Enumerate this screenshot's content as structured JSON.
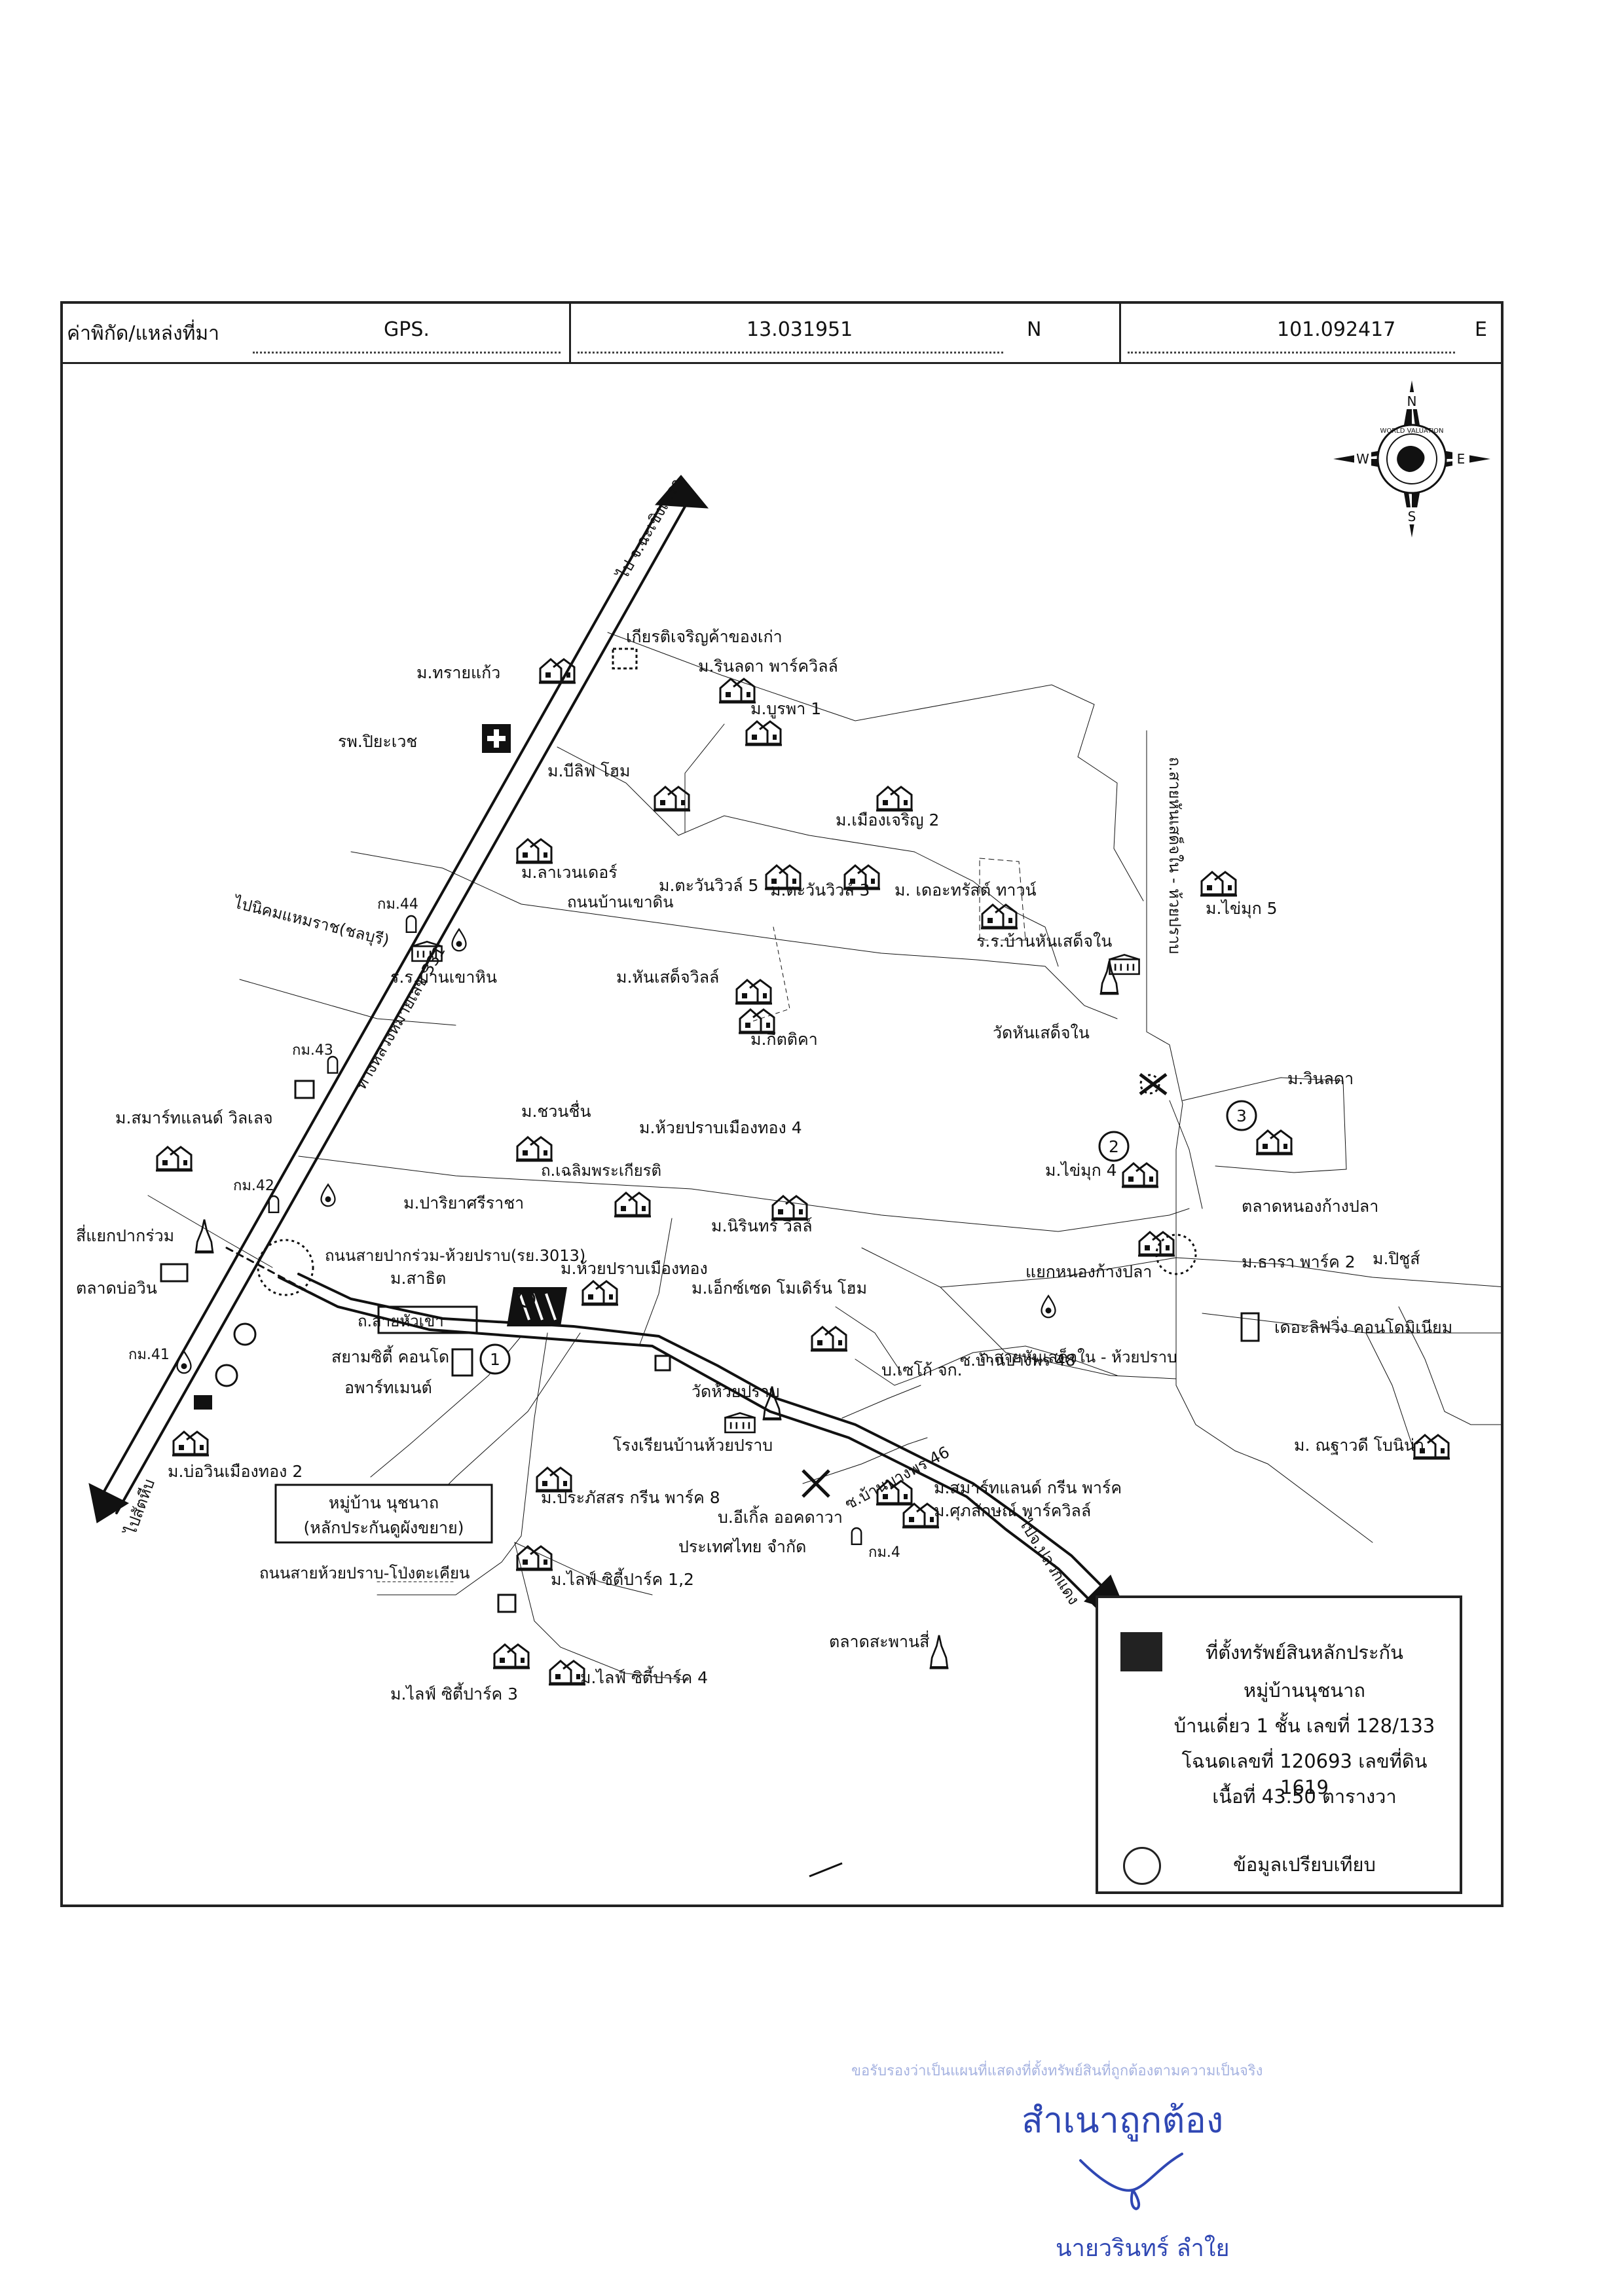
{
  "header": {
    "coord_label": "ค่าพิกัด/แหล่งที่มา",
    "source": "GPS.",
    "latitude": "13.031951",
    "lat_dir": "N",
    "longitude": "101.092417",
    "lon_dir": "E"
  },
  "compass": {
    "n": "N",
    "e": "E",
    "s": "S",
    "w": "W",
    "brand": "WORLD VALUATION"
  },
  "roads": {
    "to_chachoengsao": "ไป จ.ฉะเชิงเทรา",
    "to_nikhom": "ไปนิคมแหมราช(ชลบุรี)",
    "to_bangna": "ทางหลวงหมายเลข 331",
    "khao_din": "ถนนบ้านเขาดิน",
    "chaloem_phrakiat": "ถ.เฉลิมพระเกียรติ",
    "sai_pak_ruam": "ถนนสายปากร่วม-ห้วยปราบ(รย.3013)",
    "hua_khao": "ถ.สายหัวเขา",
    "sai_hansaechin": "ถ.สายหันเสด็จใน - ห้วยปราบ",
    "sai_hansaechin_vertical": "ถ.สายหันเสด็จใน - ห้วยปราบ",
    "sai_huaiprap_pong": "ถนนสายห้วยปราบ-โป่งตะเคียน",
    "to_plaeng": "ไปจ.ปลวกแดง",
    "to_sattahip": "ไปสัตหีบ",
    "soi_bang_phon_48": "ซ.บ้านบางพร 48",
    "soi_bang_phon_46": "ซ.บ้านบางพร 46"
  },
  "places": {
    "kiat_charoen": "เกียรติเจริญค้าของเก่า",
    "m_sai_kaeo": "ม.ทรายแก้ว",
    "m_rinlada": "ม.รินลดา พาร์ควิลล์",
    "m_burapha1": "ม.บูรพา 1",
    "hospital": "รพ.ปิยะเวช",
    "m_blisse": "ม.บีลิฟ โฮม",
    "m_mueang_charoen2": "ม.เมืองเจริญ 2",
    "m_lavender": "ม.ลาเวนเดอร์",
    "m_tawan5": "ม.ตะวันวิวล์ 5",
    "m_tawan3": "ม.ตะวันวิวล์ 3",
    "m_the_trust": "ม. เดอะทรัสต์ ทาวน์",
    "m_maimuk5": "ม.ไข่มุก 5",
    "km44": "กม.44",
    "school_khao_hin": "ร.ร.บ้านเขาหิน",
    "m_hansaed_villa": "ม.หันเสด็จวิลล์",
    "school_hansaed": "ร.ร.บ้านหันเสด็จใน",
    "m_kittika": "ม.กิตติคา",
    "wat_hansaed": "วัดหันเสด็จใน",
    "km43": "กม.43",
    "m_smart_villa": "ม.สมาร์ทแลนด์ วิลเลจ",
    "m_chuanchuen": "ม.ชวนชื่น",
    "m_huaiprap4": "ม.ห้วยปราบเมืองทอง 4",
    "m_winlada": "ม.วินลดา",
    "m_maimuk4": "ม.ไข่มุก 4",
    "market_nong_kang_pla": "ตลาดหนองก้างปลา",
    "km42": "กม.42",
    "m_pariya": "ม.ปาริยาศรีราชา",
    "m_nirin": "ม.นิรินทร์ วิลล์",
    "junction_pak_ruam": "สี่แยกปากร่วม",
    "market_bo_win": "ตลาดบ่อวิน",
    "m_sathit": "ม.สาธิต",
    "m_huaiprap_thong": "ม.ห้วยปราบเมืองทอง",
    "junction_nong_kang_pla": "แยกหนองก้างปลา",
    "m_thara2": "ม.ธารา พาร์ค 2",
    "m_pichu": "ม.ปิชูส์",
    "m_exceed": "ม.เอ็กซ์เซด โมเดิร์น โฮม",
    "the_living_condo": "เดอะลิฟวิ่ง คอนโดมิเนียม",
    "km41": "กม.41",
    "siam_city": "สยามซิตี้ คอนโด",
    "apartment": "อพาร์ทเมนต์",
    "wat_huaiprap": "วัดห้วยปราบ",
    "b_sesuko": "บ.เซโก้ จก.",
    "m_bo_win2": "ม.บ่อวินเมืองทอง 2",
    "school_huaiprap": "โรงเรียนบ้านห้วยปราบ",
    "m_nattawadee": "ม. ณฐาวดี โบนิน่า",
    "m_prasat_green8": "ม.ประภัสสร กรีน พาร์ค 8",
    "m_smart_green": "ม.สมาร์ทแลนด์ กรีน พาร์ค",
    "m_suphalak": "ม.ศุภลักษณ์ พาร์ควิลล์",
    "b_eagle": "บ.อีเกิ้ล ออคดาวา",
    "b_eagle2": "ประเทศไทย จำกัด",
    "km4": "กม.4",
    "village_box1": "หมู่บ้าน นุชนาถ",
    "village_box2": "(หลักประกันดูผังขยาย)",
    "m_life_city12": "ม.ไลฟ์ ซิตี้ปาร์ค 1,2",
    "market_saphan": "ตลาดสะพานสี่",
    "m_life_city3": "ม.ไลฟ์ ซิตี้ปาร์ค 3",
    "m_life_city4": "ม.ไลฟ์ ซิตี้ปาร์ค 4",
    "circle1": "1",
    "circle2": "2",
    "circle3": "3"
  },
  "legend": {
    "line1": "ที่ตั้งทรัพย์สินหลักประกัน",
    "line2": "หมู่บ้านนุชนาถ",
    "line3": "บ้านเดี่ยว 1 ชั้น เลขที่ 128/133",
    "line4": "โฉนดเลขที่ 120693 เลขที่ดิน 1619",
    "line5": "เนื้อที่ 43.50 ตารางวา",
    "line6": "ข้อมูลเปรียบเทียบ"
  },
  "stamp": {
    "faint": "ขอรับรองว่าเป็นแผนที่แสดงที่ตั้งทรัพย์สินที่ถูกต้องตามความเป็นจริง",
    "main": "สำเนาถูกต้อง",
    "name": "นายวรินทร์ ลำใย"
  },
  "colors": {
    "ink": "#111111",
    "stamp_blue": "#2f47b3"
  }
}
